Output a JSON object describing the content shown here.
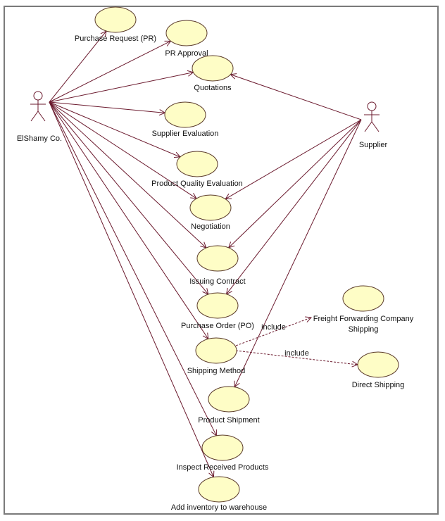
{
  "colors": {
    "usecase_fill": "#fefdc6",
    "usecase_stroke": "#5a3a2a",
    "line": "#6b1a2e",
    "actor": "#6b1a2e"
  },
  "actors": [
    {
      "id": "elshamy",
      "label": "ElShamy Co."
    },
    {
      "id": "supplier",
      "label": "Supplier"
    }
  ],
  "use_cases": [
    {
      "id": "pr",
      "label": "Purchase Request (PR)"
    },
    {
      "id": "pra",
      "label": "PR Approval"
    },
    {
      "id": "quot",
      "label": "Quotations"
    },
    {
      "id": "seval",
      "label": "Supplier Evaluation"
    },
    {
      "id": "pqe",
      "label": "Product Quality Evaluation"
    },
    {
      "id": "neg",
      "label": "Negotiation"
    },
    {
      "id": "ic",
      "label": "Issuing Contract"
    },
    {
      "id": "po",
      "label": "Purchase Order (PO)"
    },
    {
      "id": "sm",
      "label": "Shipping Method"
    },
    {
      "id": "ffc",
      "label": "Freight Forwarding Company",
      "label2": "Shipping"
    },
    {
      "id": "ds",
      "label": "Direct Shipping"
    },
    {
      "id": "ps",
      "label": "Product Shipment"
    },
    {
      "id": "irp",
      "label": "Inspect Received Products"
    },
    {
      "id": "ai",
      "label": "Add inventory to warehouse"
    }
  ],
  "associations": [
    {
      "from": "elshamy",
      "to": "pr"
    },
    {
      "from": "elshamy",
      "to": "pra"
    },
    {
      "from": "elshamy",
      "to": "quot"
    },
    {
      "from": "elshamy",
      "to": "seval"
    },
    {
      "from": "elshamy",
      "to": "pqe"
    },
    {
      "from": "elshamy",
      "to": "neg"
    },
    {
      "from": "elshamy",
      "to": "ic"
    },
    {
      "from": "elshamy",
      "to": "po"
    },
    {
      "from": "elshamy",
      "to": "sm"
    },
    {
      "from": "elshamy",
      "to": "irp"
    },
    {
      "from": "elshamy",
      "to": "ai"
    },
    {
      "from": "supplier",
      "to": "quot"
    },
    {
      "from": "supplier",
      "to": "neg"
    },
    {
      "from": "supplier",
      "to": "ic"
    },
    {
      "from": "supplier",
      "to": "po"
    },
    {
      "from": "supplier",
      "to": "ps"
    }
  ],
  "includes": [
    {
      "from": "sm",
      "to": "ffc",
      "label": "include"
    },
    {
      "from": "sm",
      "to": "ds",
      "label": "include"
    }
  ]
}
